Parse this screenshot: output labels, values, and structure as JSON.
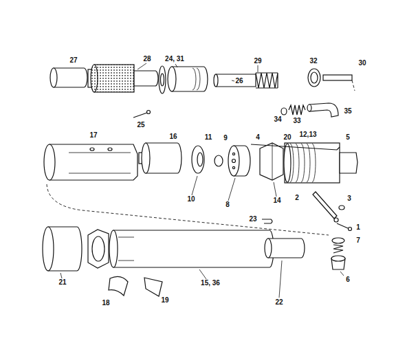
{
  "diagram": {
    "labels": [
      "27",
      "28",
      "24, 31",
      "26",
      "29",
      "32",
      "30",
      "25",
      "34",
      "33",
      "35",
      "17",
      "16",
      "11",
      "9",
      "4",
      "12,13",
      "20",
      "5",
      "10",
      "8",
      "14",
      "2",
      "3",
      "23",
      "1",
      "7",
      "6",
      "21",
      "18",
      "19",
      "15, 36",
      "22"
    ]
  }
}
